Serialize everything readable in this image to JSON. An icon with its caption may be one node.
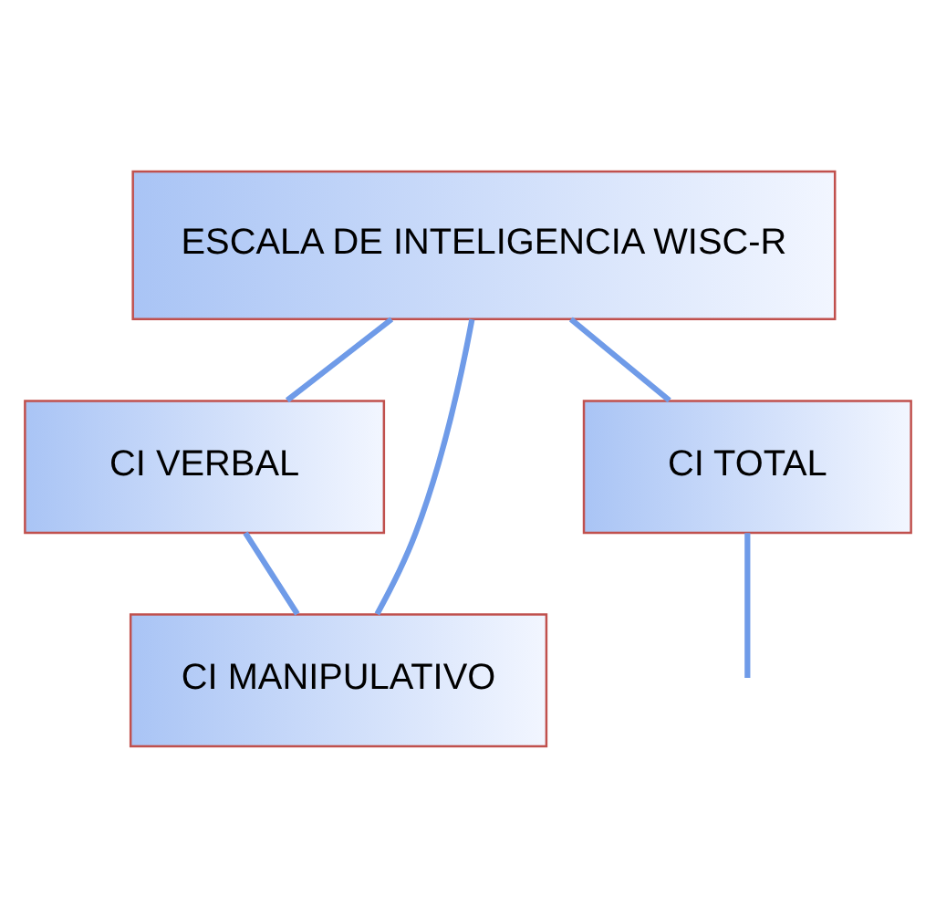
{
  "diagram": {
    "nodes": [
      {
        "text": [
          "ESCALA DE INTELIGENCIA WISC-R"
        ]
      },
      {
        "text": [
          "CI VERBAL"
        ]
      },
      {
        "text": [
          "CI MANIPULATIVO"
        ]
      },
      {
        "text": [
          "CI TOTAL"
        ]
      }
    ],
    "edges": [
      {
        "from": 0,
        "to": 1,
        "arrow": "none"
      },
      {
        "from": 0,
        "to": 2,
        "arrow": "none"
      },
      {
        "from": 0,
        "to": 3,
        "arrow": "none"
      },
      {
        "from": 1,
        "to": 2,
        "arrow": "none"
      },
      {
        "from": 3,
        "to": null,
        "arrow": "none"
      }
    ]
  }
}
